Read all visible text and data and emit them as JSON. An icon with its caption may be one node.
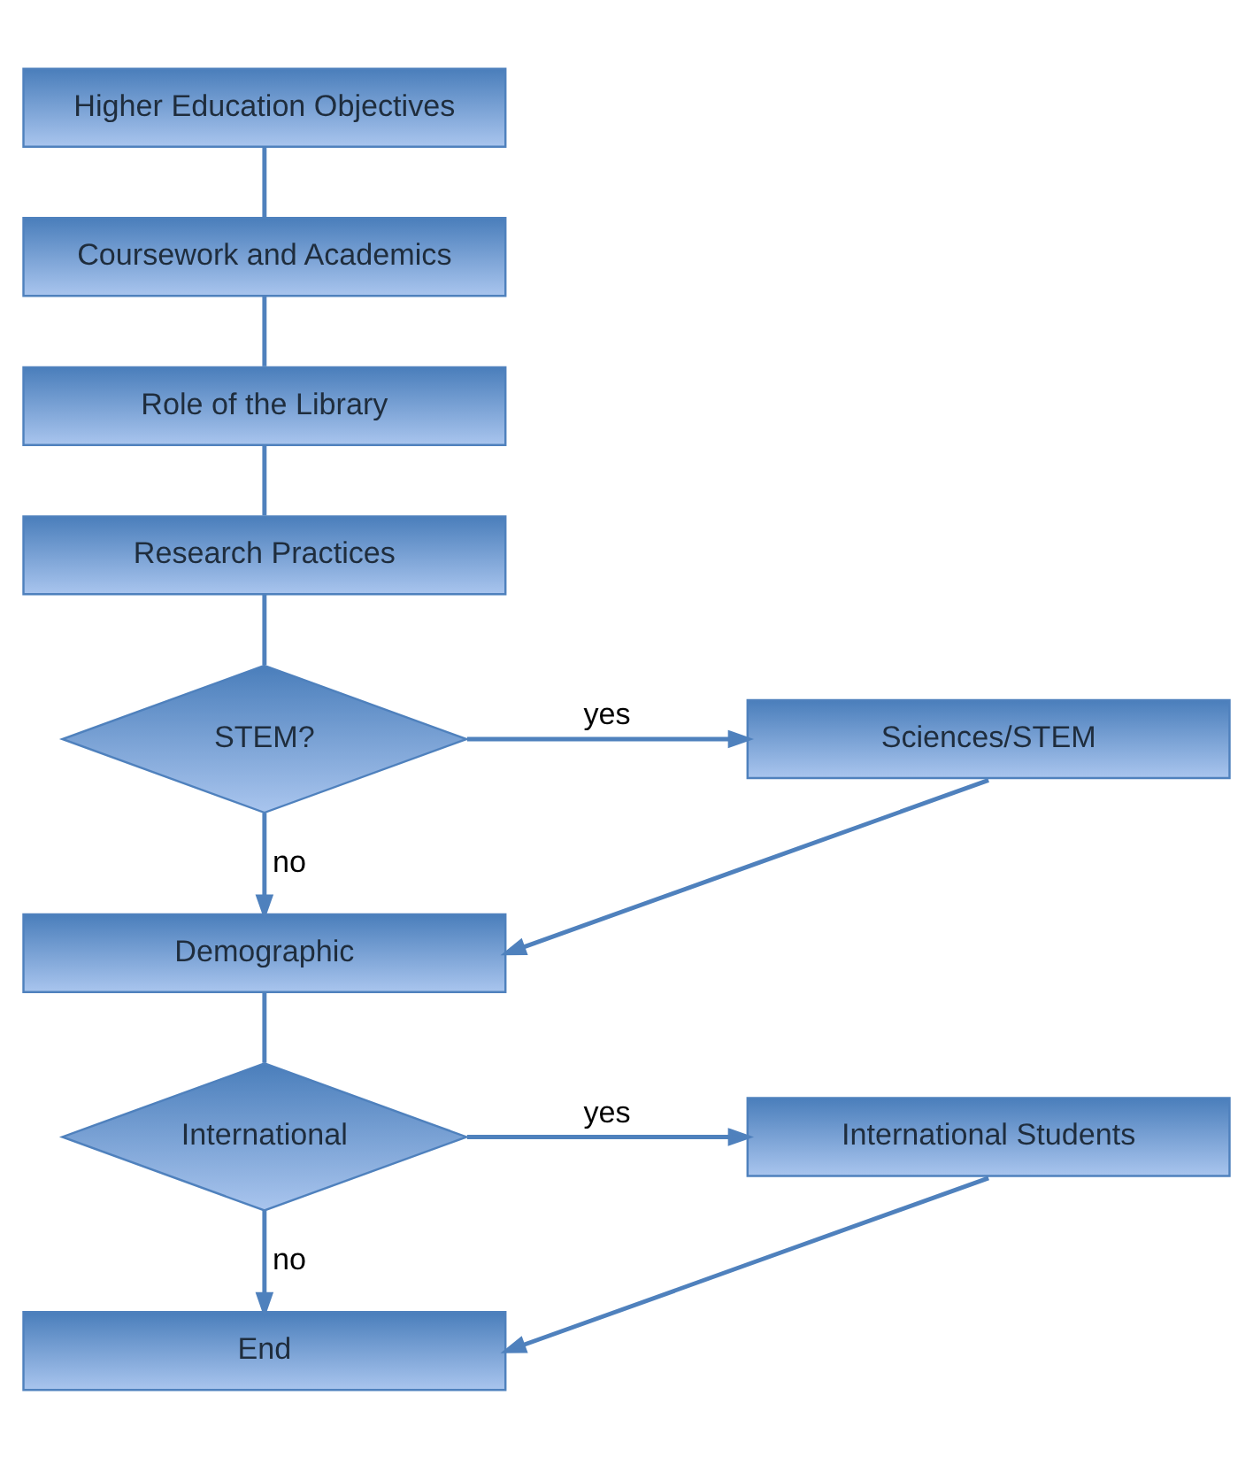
{
  "diagram": {
    "nodes": [
      {
        "text": [
          "Higher Education Objectives"
        ]
      },
      {
        "text": [
          "Coursework and Academics"
        ]
      },
      {
        "text": [
          "Role of the Library"
        ]
      },
      {
        "text": [
          "Research Practices"
        ]
      },
      {
        "text": [
          "STEM?"
        ]
      },
      {
        "text": [
          "Sciences/STEM"
        ]
      },
      {
        "text": [
          "Demographic"
        ]
      },
      {
        "text": [
          "International"
        ]
      },
      {
        "text": [
          "International Students"
        ]
      },
      {
        "text": [
          "End"
        ]
      }
    ],
    "edges": [
      {
        "from": 0,
        "to": 1,
        "arrow": "none"
      },
      {
        "from": 1,
        "to": 2,
        "arrow": "none"
      },
      {
        "from": 2,
        "to": 3,
        "arrow": "none"
      },
      {
        "from": 3,
        "to": 4,
        "arrow": "none"
      },
      {
        "from": 4,
        "to": 5,
        "arrow": "to",
        "label": "yes"
      },
      {
        "from": 4,
        "to": 6,
        "arrow": "to",
        "label": "no"
      },
      {
        "from": 5,
        "to": 6,
        "arrow": "to"
      },
      {
        "from": 6,
        "to": 7,
        "arrow": "none"
      },
      {
        "from": 7,
        "to": 8,
        "arrow": "to",
        "label": "yes"
      },
      {
        "from": 7,
        "to": 9,
        "arrow": "to",
        "label": "no"
      },
      {
        "from": 8,
        "to": 9,
        "arrow": "to"
      }
    ]
  }
}
